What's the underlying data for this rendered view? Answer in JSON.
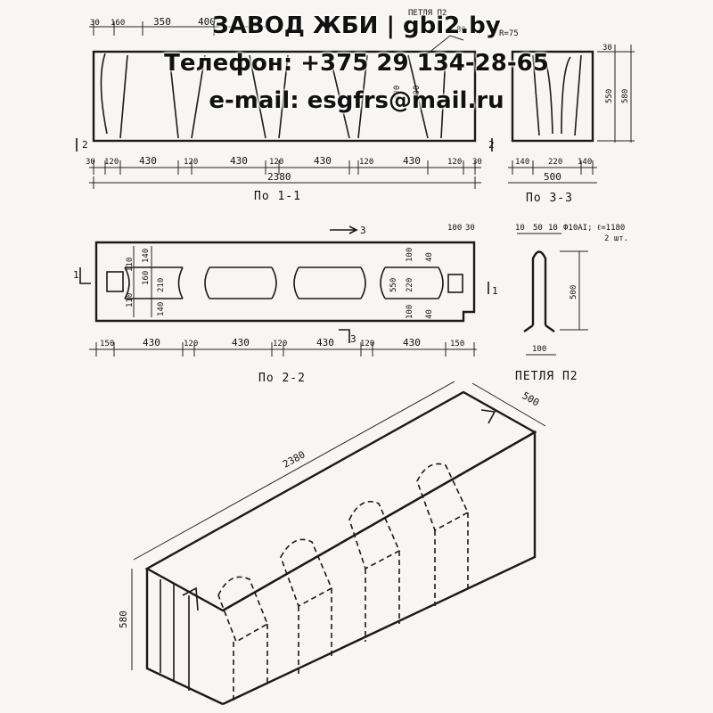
{
  "watermark": {
    "line1": "ЗАВОД ЖБИ | gbi2.by",
    "line2": "Телефон: +375 29 134-28-65",
    "line3": "e-mail: esgfrs@mail.ru"
  },
  "section_1_1": {
    "top_dims": [
      "30",
      "160",
      "350",
      "400"
    ],
    "bottom_dims": [
      "30",
      "120",
      "430",
      "120",
      "430",
      "120",
      "430",
      "120",
      "430",
      "120",
      "30"
    ],
    "overall": "2380",
    "caption": "По 1-1",
    "loop_label": "ПЕТЛЯ П2",
    "inner_dims": [
      "500",
      "400"
    ],
    "cut_marks": [
      "2",
      "2"
    ]
  },
  "section_3_3": {
    "right_dims": [
      "30",
      "550",
      "580"
    ],
    "bottom_dims": [
      "140",
      "220",
      "140"
    ],
    "overall": "500",
    "caption": "По 3-3",
    "radius": "R=75",
    "top_dim": "80"
  },
  "section_2_2": {
    "arrow_label": "3",
    "top_right_dims": [
      "100",
      "30"
    ],
    "left_vert_dims": [
      "140",
      "110",
      "160",
      "110",
      "210",
      "140"
    ],
    "right_vert_dims": [
      "100",
      "40",
      "550",
      "220",
      "100",
      "40"
    ],
    "bottom_dims": [
      "150",
      "430",
      "120",
      "430",
      "120",
      "430",
      "120",
      "430",
      "150"
    ],
    "caption": "По 2-2",
    "cut_marks": [
      "1",
      "1"
    ],
    "section_mark": "3"
  },
  "loop_p2": {
    "top_dims": [
      "10",
      "50",
      "10"
    ],
    "spec": "Ф10АI; ℓ=1180",
    "qty": "2 шт.",
    "height": "500",
    "bottom_dim": "100",
    "caption": "ПЕТЛЯ П2"
  },
  "iso_view": {
    "length": "2380",
    "width": "500",
    "height": "580"
  }
}
